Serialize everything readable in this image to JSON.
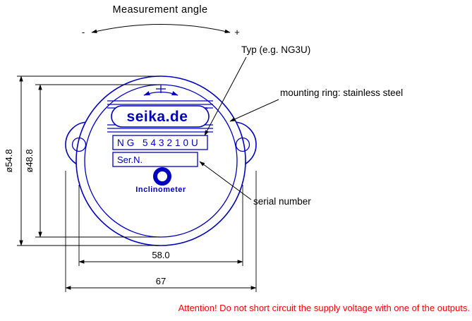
{
  "colors": {
    "drawing_blue": "#0000c0",
    "dimension_black": "#000000",
    "warning_red": "#ff0000"
  },
  "header": {
    "title": "Measurement angle",
    "minus_label": "-",
    "plus_label": "+"
  },
  "device": {
    "logo_text": "seika.de",
    "logo_mark": "°",
    "type_label": "NG 543210U",
    "serial_field_label": "Ser.N.",
    "device_name": "Inclinometer"
  },
  "dimensions": {
    "outer_diameter": "ø54.8",
    "inner_diameter": "ø48.8",
    "hole_spacing": "58.0",
    "overall_width": "67"
  },
  "annotations": {
    "type_note": "Typ (e.g. NG3U)",
    "mounting_note": "mounting ring: stainless steel",
    "serial_note": "serial number"
  },
  "warning_text": "Attention! Do not short circuit the supply voltage with one of the outputs."
}
